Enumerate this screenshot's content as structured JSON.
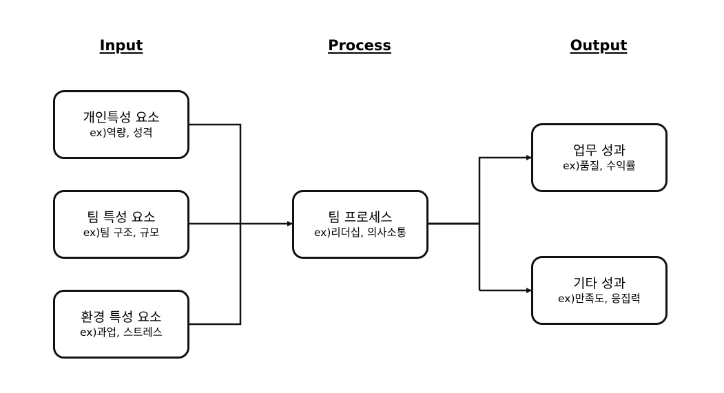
{
  "headings": {
    "input": "Input",
    "process": "Process",
    "output": "Output"
  },
  "inputs": [
    {
      "title": "개인특성 요소",
      "example": "ex)역량, 성격"
    },
    {
      "title": "팀 특성 요소",
      "example": "ex)팀 구조, 규모"
    },
    {
      "title": "환경 특성 요소",
      "example": "ex)과업, 스트레스"
    }
  ],
  "process": {
    "title": "팀 프로세스",
    "example": "ex)리더십, 의사소통"
  },
  "outputs": [
    {
      "title": "업무 성과",
      "example": "ex)품질, 수익률"
    },
    {
      "title": "기타 성과",
      "example": "ex)만족도, 응집력"
    }
  ],
  "colors": {
    "stroke": "#111111",
    "background": "#ffffff"
  }
}
